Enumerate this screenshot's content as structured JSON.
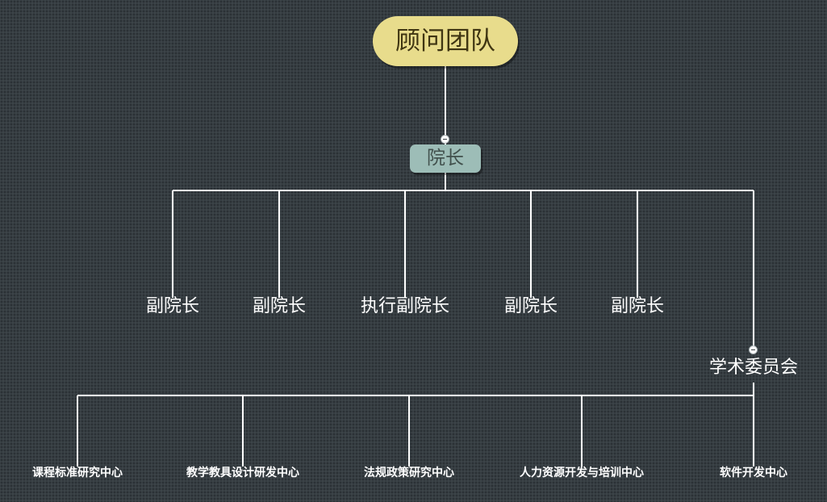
{
  "diagram": {
    "root": {
      "label": "顾问团队"
    },
    "dean": {
      "label": "院长"
    },
    "deputies": [
      {
        "label": "副院长"
      },
      {
        "label": "副院长"
      },
      {
        "label": "执行副院长"
      },
      {
        "label": "副院长"
      },
      {
        "label": "副院长"
      }
    ],
    "committee": {
      "label": "学术委员会"
    },
    "centers": [
      {
        "label": "课程标准研究中心"
      },
      {
        "label": "教学教具设计研发中心"
      },
      {
        "label": "法规政策研究中心"
      },
      {
        "label": "人力资源开发与培训中心"
      },
      {
        "label": "软件开发中心"
      }
    ]
  }
}
